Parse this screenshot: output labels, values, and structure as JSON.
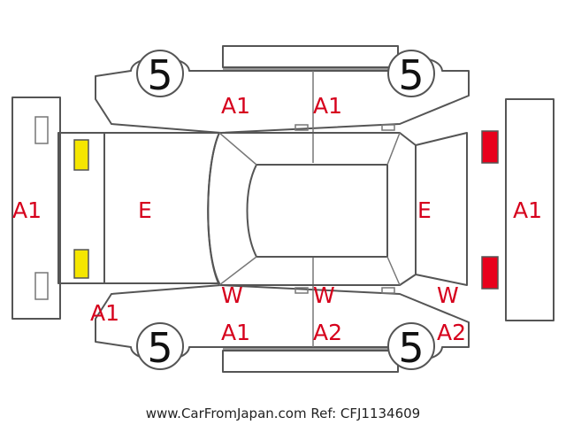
{
  "colors": {
    "outline": "#555555",
    "code_text": "#d6001c",
    "front_light_fill": "#f5e600",
    "rear_light_fill": "#e8001c"
  },
  "tyres": {
    "front_left": "5",
    "rear_left": "5",
    "front_right": "5",
    "rear_right": "5"
  },
  "codes": {
    "front_bumper": "A1",
    "hood": "E",
    "top_front_door": "A1",
    "top_rear_door": "A1",
    "front_wing_lower": "A1",
    "bottom_front_door_w": "W",
    "bottom_front_door": "A1",
    "bottom_rear_door_w": "W",
    "bottom_rear_door": "A2",
    "rear_quarter_w": "W",
    "rear_quarter": "A2",
    "trunk": "E",
    "rear_bumper": "A1"
  },
  "footer": "www.CarFromJapan.com Ref: CFJ1134609"
}
